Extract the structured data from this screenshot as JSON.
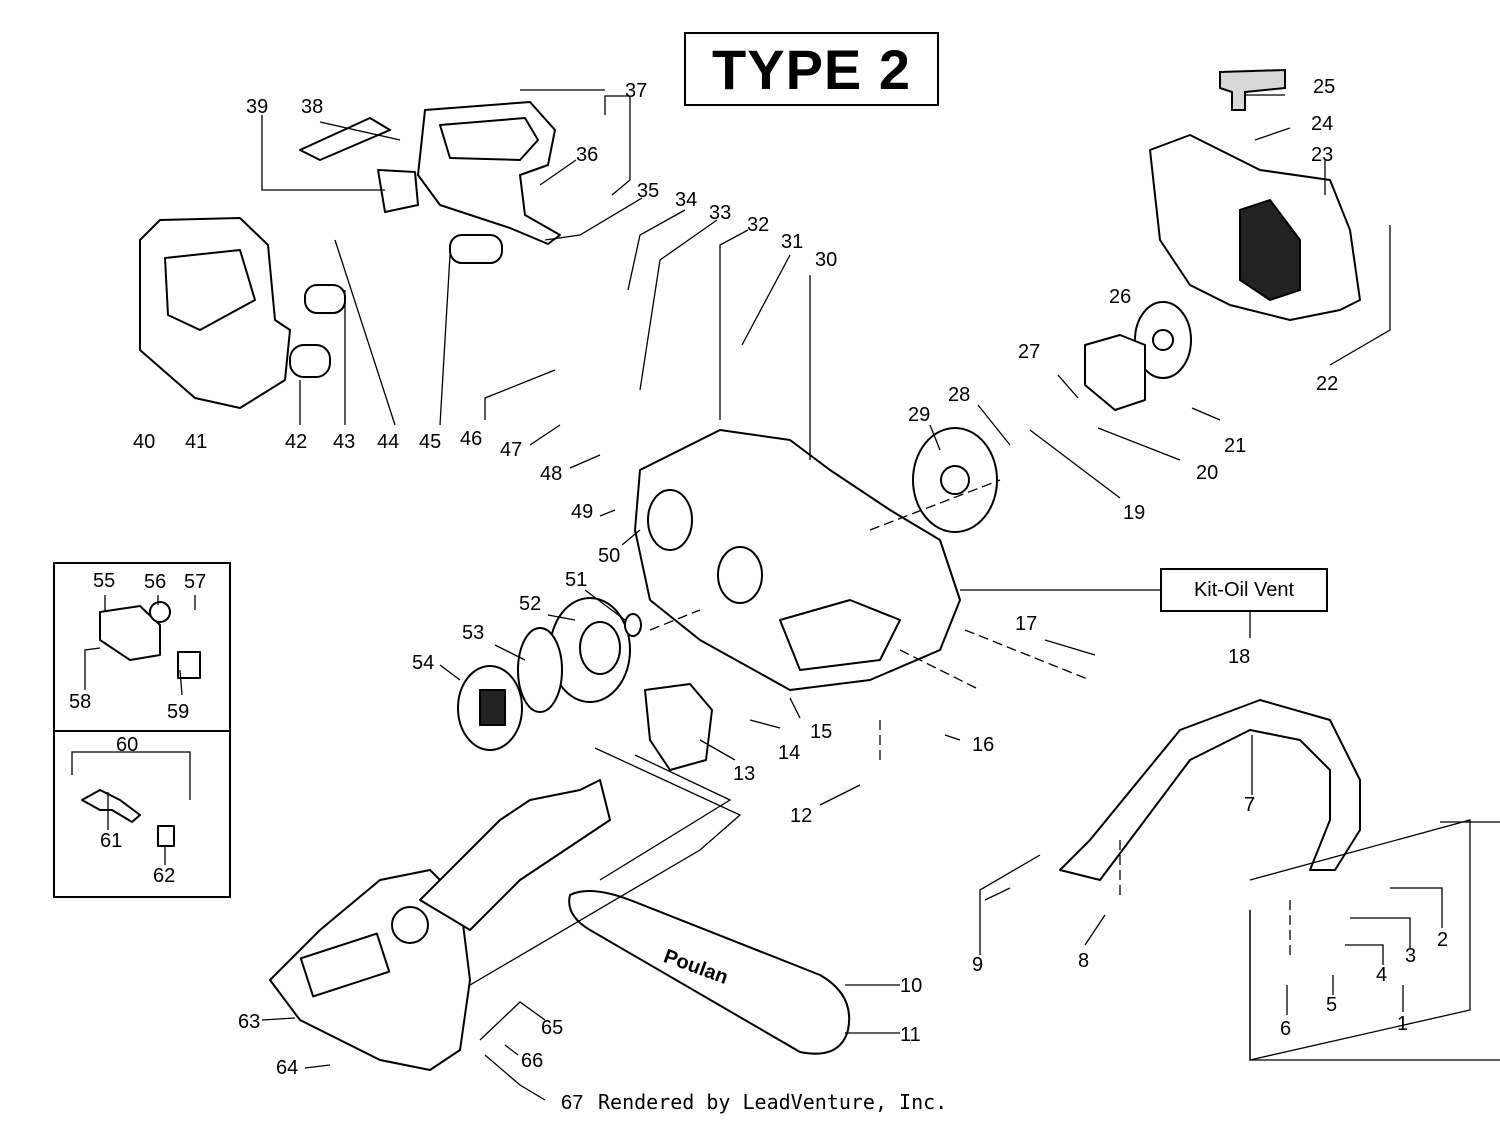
{
  "diagram": {
    "title": "TYPE 2",
    "kit_label": "Kit-Oil Vent",
    "footer": "Rendered by LeadVenture, Inc.",
    "bar_brand": "Poulan",
    "callouts": [
      "1",
      "2",
      "3",
      "4",
      "5",
      "6",
      "7",
      "8",
      "9",
      "10",
      "11",
      "12",
      "13",
      "14",
      "15",
      "16",
      "17",
      "18",
      "19",
      "20",
      "21",
      "22",
      "23",
      "24",
      "25",
      "26",
      "27",
      "28",
      "29",
      "30",
      "31",
      "32",
      "33",
      "34",
      "35",
      "36",
      "37",
      "38",
      "39",
      "40",
      "41",
      "42",
      "43",
      "44",
      "45",
      "46",
      "47",
      "48",
      "49",
      "50",
      "51",
      "52",
      "53",
      "54",
      "55",
      "56",
      "57",
      "58",
      "59",
      "60",
      "61",
      "62",
      "63",
      "64",
      "65",
      "66",
      "67"
    ]
  }
}
